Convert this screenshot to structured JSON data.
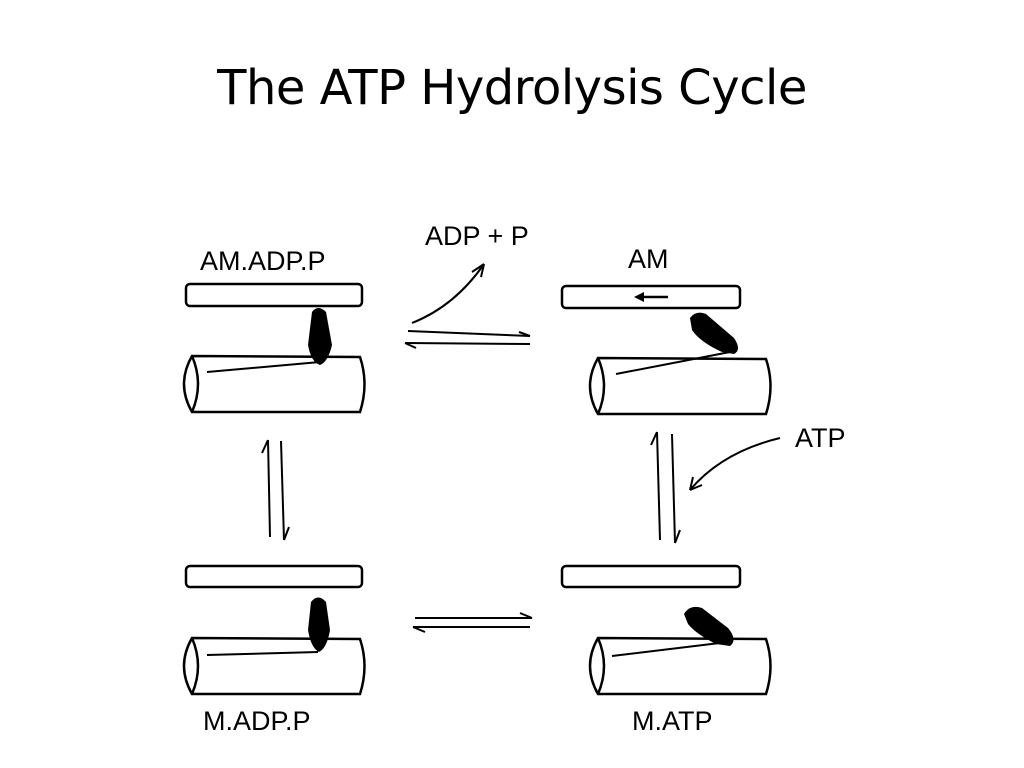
{
  "slide": {
    "title": "The ATP Hydrolysis Cycle"
  },
  "diagram": {
    "states": {
      "am_adp_p": "AM.ADP.P",
      "am": "AM",
      "m_adp_p": "M.ADP.P",
      "m_atp": "M.ATP"
    },
    "inputs": {
      "released": "ADP + P",
      "bound": "ATP"
    }
  }
}
